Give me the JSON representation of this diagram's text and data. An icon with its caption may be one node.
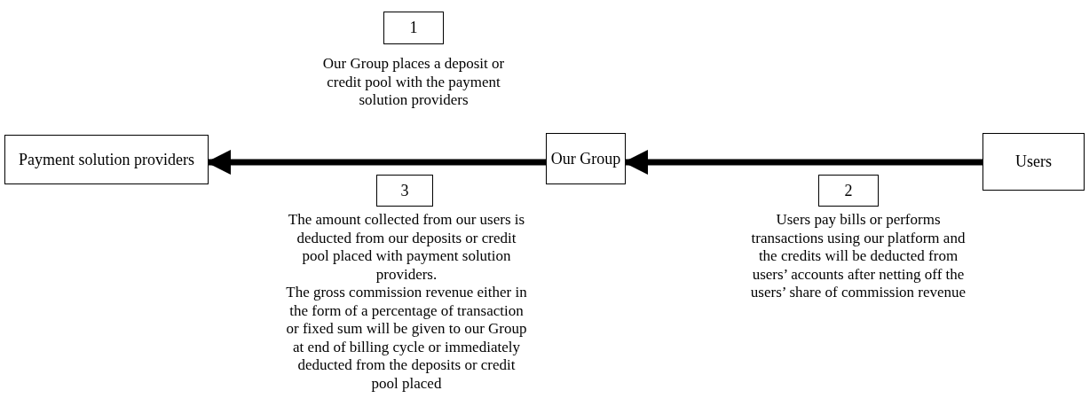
{
  "diagram": {
    "nodes": [
      {
        "text": [
          "Payment solution providers"
        ]
      },
      {
        "text": [
          "Our Group"
        ]
      },
      {
        "text": [
          "Users"
        ]
      },
      {
        "text": [
          "1"
        ]
      },
      {
        "text": [
          "3"
        ]
      },
      {
        "text": [
          "2"
        ]
      }
    ],
    "edges": [
      {
        "from": 2,
        "to": 1,
        "arrow": "to"
      },
      {
        "from": 1,
        "to": 0,
        "arrow": "to"
      }
    ],
    "labels": [
      "Our Group places a deposit or credit pool with the payment solution providers",
      "The amount collected from our users is deducted from our deposits or credit pool placed with payment solution providers.",
      "The gross commission revenue either in the form of a percentage of transaction or fixed sum will be given to our Group at end of billing cycle or immediately deducted from the deposits or credit pool placed",
      "Users pay bills or performs transactions using our platform and the credits will be deducted from users’ accounts after netting off the users’ share of commission revenue"
    ]
  }
}
